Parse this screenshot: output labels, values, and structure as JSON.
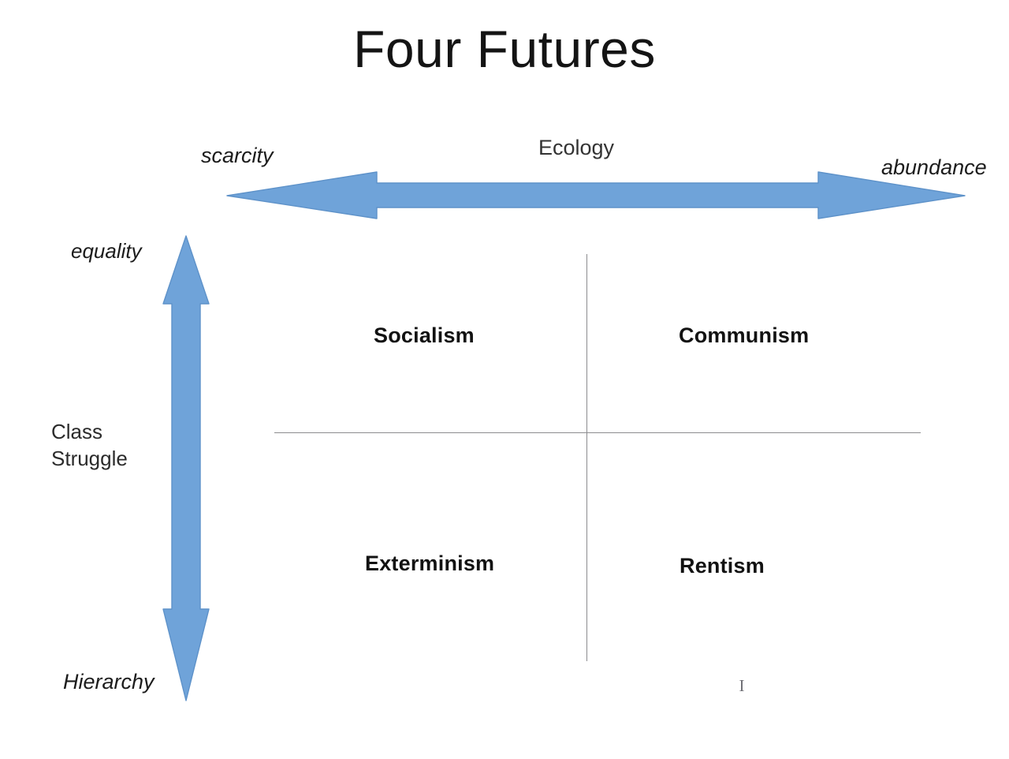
{
  "slide": {
    "title": "Four Futures",
    "background_color": "#ffffff"
  },
  "axes": {
    "horizontal": {
      "name": "Ecology",
      "left_label": "scarcity",
      "right_label": "abundance",
      "arrow_color": "#6fa3d9",
      "arrow_border_color": "#5b8fc7"
    },
    "vertical": {
      "name": "Class\nStruggle",
      "top_label": "equality",
      "bottom_label": "Hierarchy",
      "arrow_color": "#6fa3d9",
      "arrow_border_color": "#5b8fc7"
    }
  },
  "quadrants": [
    {
      "label": "Socialism",
      "position": "top-left"
    },
    {
      "label": "Communism",
      "position": "top-right"
    },
    {
      "label": "Exterminism",
      "position": "bottom-left"
    },
    {
      "label": "Rentism",
      "position": "bottom-right"
    }
  ],
  "cross_lines": {
    "line_color": "#8b8b8f"
  },
  "cursor": {
    "glyph": "I"
  },
  "chart_data": {
    "type": "scatter",
    "title": "Four Futures",
    "xlabel": "Ecology",
    "ylabel": "Class Struggle",
    "xtick_labels": [
      "scarcity",
      "abundance"
    ],
    "ytick_labels": [
      "Hierarchy",
      "equality"
    ],
    "grid": false,
    "legend": "none",
    "annotations": [
      {
        "text": "Socialism",
        "x": "scarcity",
        "y": "equality"
      },
      {
        "text": "Communism",
        "x": "abundance",
        "y": "equality"
      },
      {
        "text": "Exterminism",
        "x": "scarcity",
        "y": "Hierarchy"
      },
      {
        "text": "Rentism",
        "x": "abundance",
        "y": "Hierarchy"
      }
    ]
  }
}
